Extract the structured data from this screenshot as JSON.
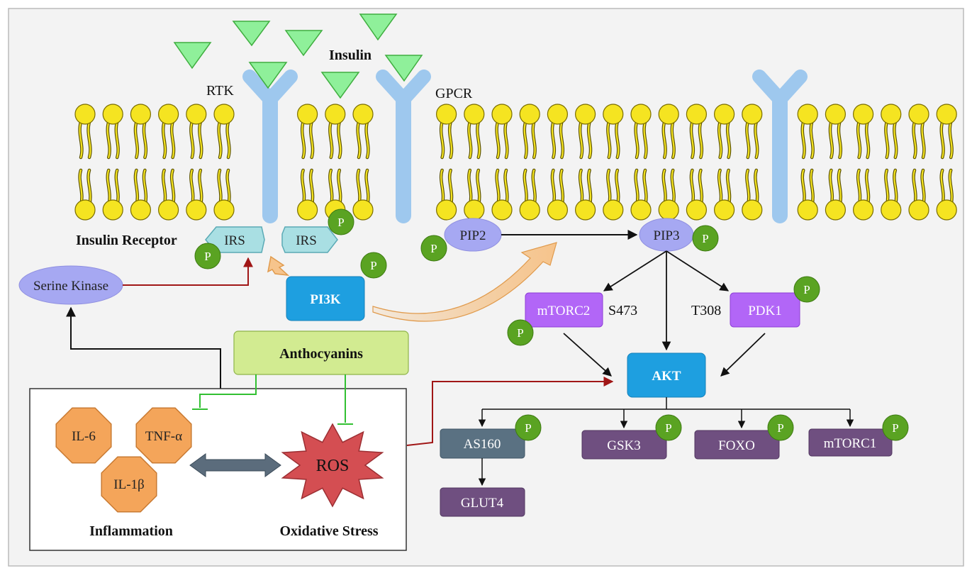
{
  "colors": {
    "frame_bg": "#f3f3f3",
    "lipid_head": "#f5e421",
    "receptor": "#9ec8ee",
    "insulin": "#8ff09a",
    "phospho": "#5aa322",
    "irs": "#a9dfe3",
    "pi3k": "#1e9fe0",
    "akt": "#1e9fe0",
    "pip": "#a6a8f2",
    "mtorc2_pdk1": "#b266f7",
    "as160": "#5a7182",
    "downstream": "#6f4f80",
    "anthocyanins": "#d2eb91",
    "cytokine": "#f4a55a",
    "ros": "#d44e52",
    "inhibit_line": "#32c032",
    "activate_red": "#a01616",
    "double_arrow": "#5b6c7c"
  },
  "membrane": {
    "insulin_label": "Insulin",
    "rtk_label": "RTK",
    "gpcr_label": "GPCR"
  },
  "nodes": {
    "insulin_receptor": "Insulin Receptor",
    "irs_left": "IRS",
    "irs_right": "IRS",
    "serine_kinase": "Serine Kinase",
    "pi3k": "PI3K",
    "pip2": "PIP2",
    "pip3": "PIP3",
    "mtorc2": "mTORC2",
    "s473": "S473",
    "t308": "T308",
    "pdk1": "PDK1",
    "akt": "AKT",
    "anthocyanins": "Anthocyanins",
    "as160": "AS160",
    "glut4": "GLUT4",
    "gsk3": "GSK3",
    "foxo": "FOXO",
    "mtorc1": "mTORC1",
    "il6": "IL-6",
    "tnfa": "TNF-α",
    "il1b": "IL-1β",
    "ros": "ROS",
    "inflammation": "Inflammation",
    "oxidative_stress": "Oxidative Stress",
    "phospho": "P"
  }
}
